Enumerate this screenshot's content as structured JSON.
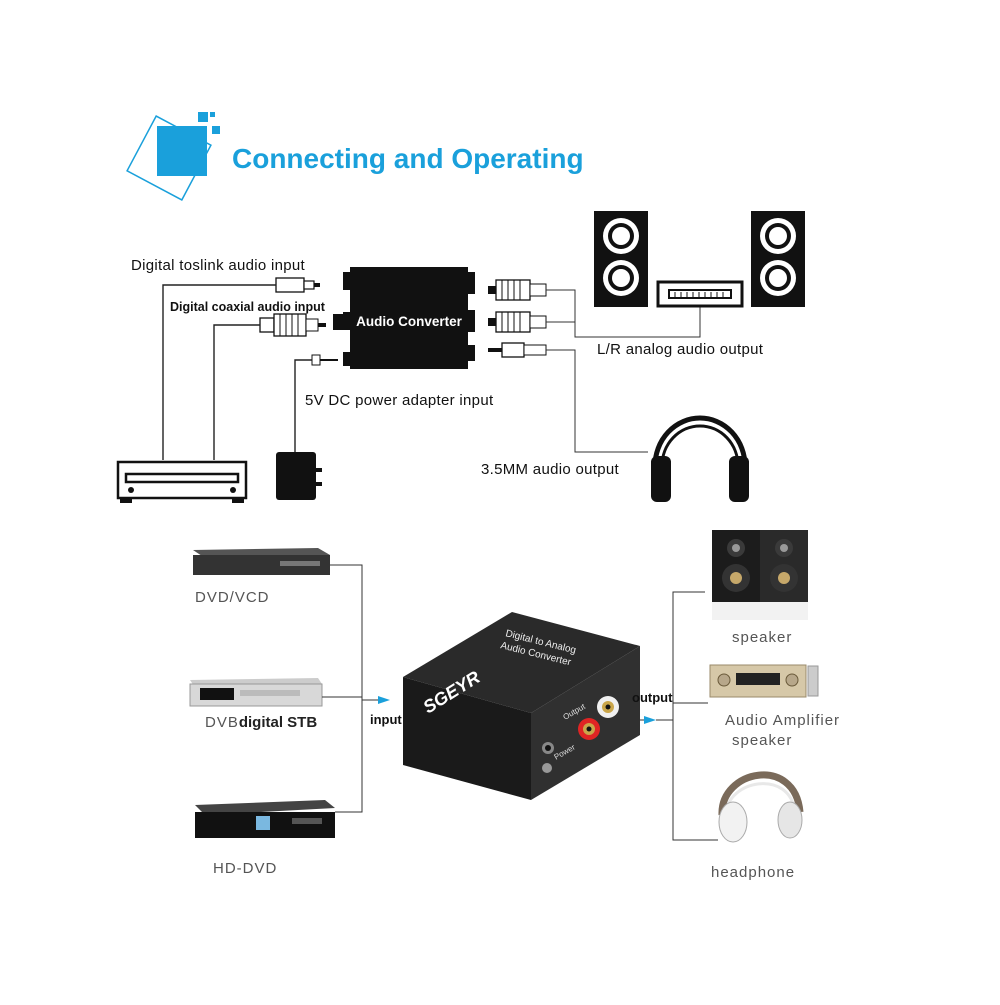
{
  "header": {
    "title": "Connecting and Operating",
    "accent_color": "#1aa0db"
  },
  "top_diagram": {
    "converter_label": "Audio Converter",
    "toslink_label": "Digital  toslink audio input",
    "coaxial_label": "Digital  coaxial audio input",
    "power_label": "5V DC power adapter input",
    "lr_output_label": "L/R analog audio output",
    "headphone_output_label": "3.5MM audio output"
  },
  "bottom_diagram": {
    "sources": [
      {
        "label": "DVD/VCD",
        "icon": "dvd-player-icon"
      },
      {
        "label_prefix": "DVB",
        "label_bold": "digital STB",
        "icon": "set-top-box-icon"
      },
      {
        "label": "HD-DVD",
        "icon": "hd-dvd-player-icon"
      }
    ],
    "input_label": "input",
    "output_label": "output",
    "device": {
      "brand": "SGEYR",
      "model_line1": "Digital to Analog",
      "model_line2": "Audio Converter",
      "port_output": "Output",
      "port_power": "Power"
    },
    "outputs": [
      {
        "label": "speaker",
        "icon": "bookshelf-speakers-icon"
      },
      {
        "label": "Audio Amplifier",
        "label2": "speaker",
        "icon": "amplifier-icon"
      },
      {
        "label": "headphone",
        "icon": "white-headphone-icon"
      }
    ]
  }
}
